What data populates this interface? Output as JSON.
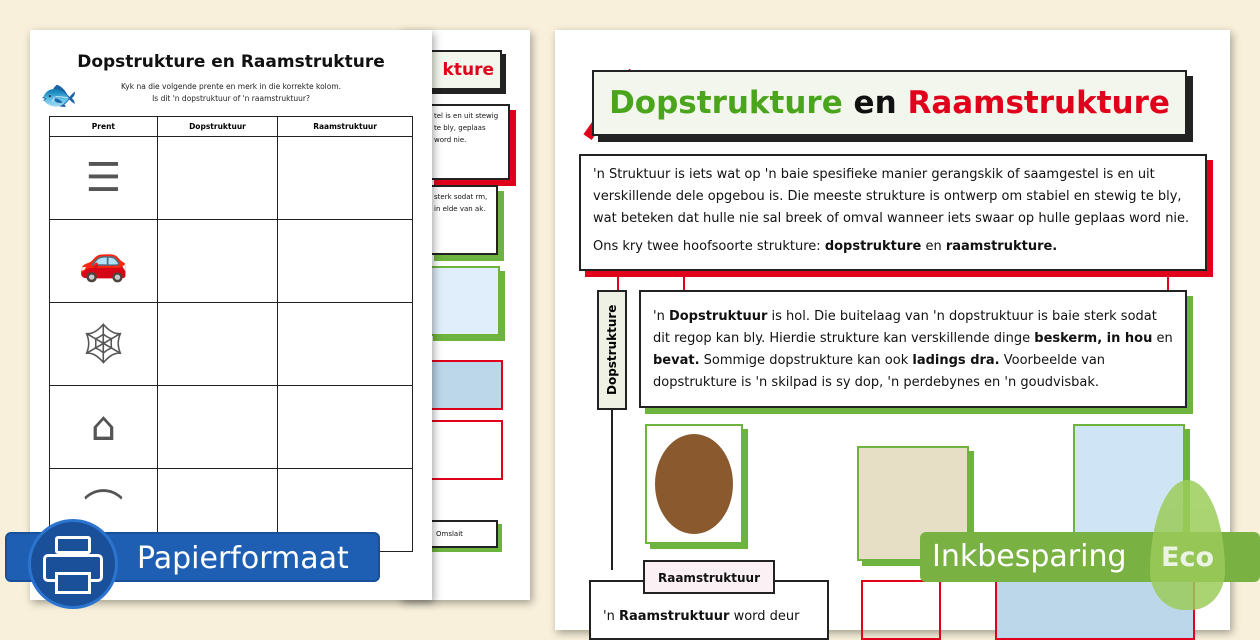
{
  "worksheet": {
    "title": "Dopstrukture en Raamstrukture",
    "instruction_1": "Kyk na die volgende prente en merk in die korrekte kolom.",
    "instruction_2": "Is dit 'n dopstruktuur of 'n raamstruktuur?",
    "columns": [
      "Prent",
      "Dopstruktuur",
      "Raamstruktuur"
    ],
    "rows": [
      "ribcage",
      "car",
      "spider-web",
      "shed",
      "bridge"
    ]
  },
  "back_sheet": {
    "title_fragment": "kture",
    "text_1": "tel is en uit stewig te bly, geplaas word nie.",
    "text_2": "sterk sodat rm, in elde van ak.",
    "label": "Omslait"
  },
  "poster": {
    "title_part1": "Dopstrukture",
    "title_part2": "en",
    "title_part3": "Raamstrukture",
    "intro": "'n Struktuur is iets wat op 'n baie spesifieke manier gerangskik of saamgestel is en uit verskillende dele opgebou is. Die meeste strukture is ontwerp om stabiel en stewig te bly, wat beteken dat hulle nie sal breek of omval wanneer iets swaar op hulle geplaas word nie.",
    "intro2_pre": "Ons kry twee hoofsoorte strukture: ",
    "intro2_b1": "dopstrukture",
    "intro2_mid": " en ",
    "intro2_b2": "raamstrukture.",
    "dop_label": "Dopstrukture",
    "dop_text": {
      "p1": "'n ",
      "b1": "Dopstruktuur",
      "p2": " is hol. Die buitelaag van 'n dopstruktuur is baie sterk sodat dit regop kan bly. Hierdie strukture kan verskillende dinge ",
      "b2": "beskerm, in hou",
      "p3": " en ",
      "b3": "bevat.",
      "p4": " Sommige dopstrukture kan ook ",
      "b4": "ladings dra.",
      "p5": " Voorbeelde van dopstrukture is 'n skilpad is sy dop, 'n perdebynes en 'n goudvisbak."
    },
    "raam_label": "Raamstruktuur",
    "raam_text_p": "'n ",
    "raam_text_b": "Raamstruktuur",
    "raam_text_p2": " word deur"
  },
  "badges": {
    "paper": "Papierformaat",
    "ink": "Inkbesparing",
    "eco": "Eco"
  },
  "colors": {
    "blue": "#1e5fb4",
    "green": "#79b143",
    "red": "#e0001b",
    "title_green": "#4aa51c"
  }
}
